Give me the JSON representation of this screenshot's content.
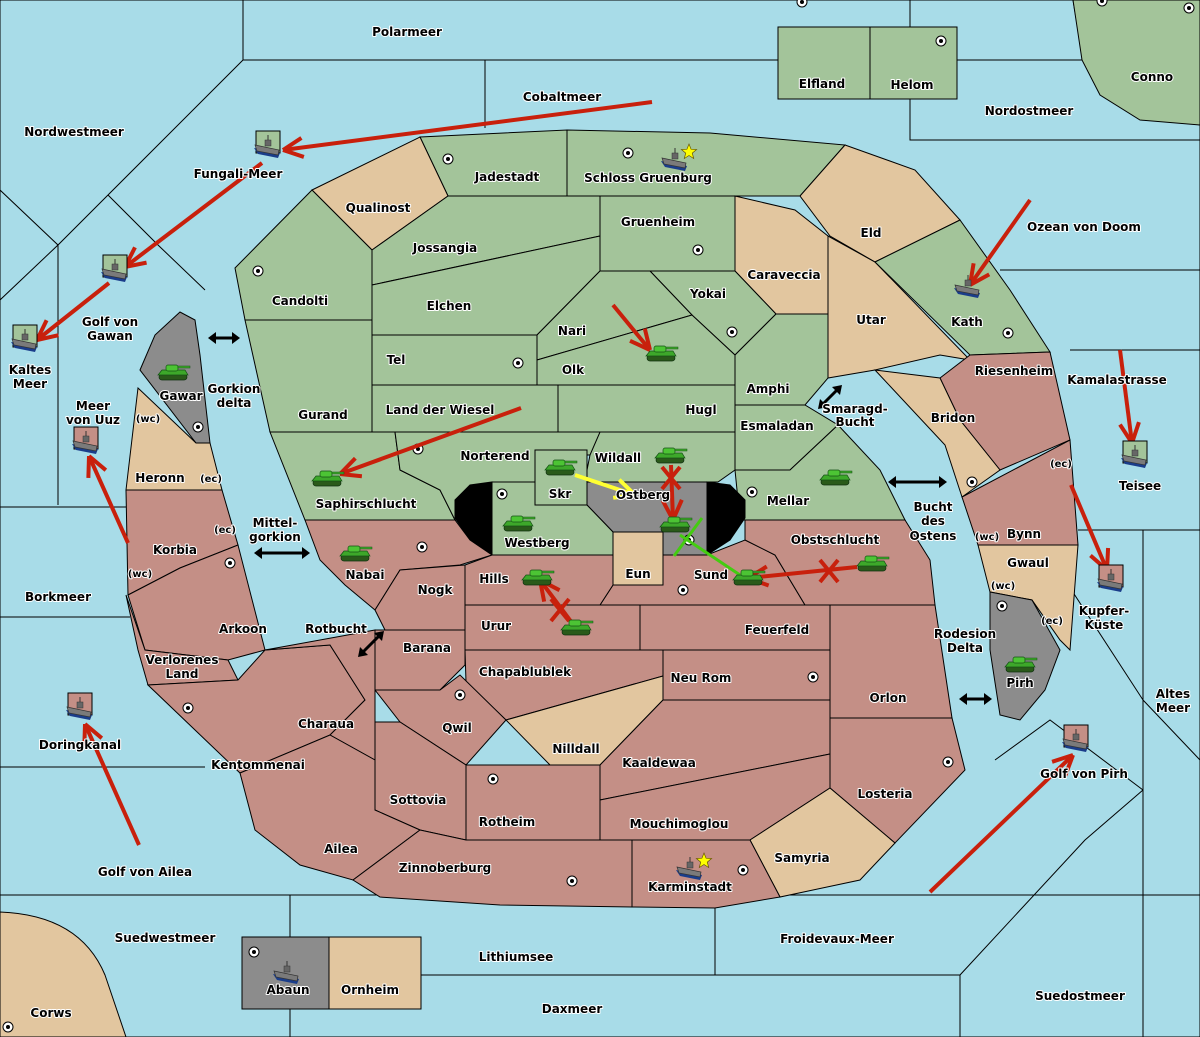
{
  "game": {
    "type": "Diplomacy variant map"
  },
  "colors": {
    "sea": "#a8dce8",
    "green_power": "#a3c49a",
    "red_power": "#c48f86",
    "neutral": "#e2c69f",
    "impassable": "#8c8c8c",
    "order_move": "#c8200c",
    "order_support": "#ffff33",
    "order_convoy": "#44cc11",
    "star": "#ffff00"
  },
  "seas": [
    {
      "name": "Polarmeer"
    },
    {
      "name": "Cobaltmeer"
    },
    {
      "name": "Nordwestmeer"
    },
    {
      "name": "Nordostmeer"
    },
    {
      "name": "Fungali-Meer"
    },
    {
      "name": "Ozean von Doom"
    },
    {
      "name": "Golf von Gawan"
    },
    {
      "name": "Kaltes Meer"
    },
    {
      "name": "Meer von Uuz"
    },
    {
      "name": "Gorkion delta"
    },
    {
      "name": "Kamalastrasse"
    },
    {
      "name": "Smaragd-Bucht"
    },
    {
      "name": "Mittel-gorkion"
    },
    {
      "name": "Bucht des Ostens"
    },
    {
      "name": "Teisee"
    },
    {
      "name": "Borkmeer"
    },
    {
      "name": "Rotbucht"
    },
    {
      "name": "Kupfer-Küste"
    },
    {
      "name": "Rodesion Delta"
    },
    {
      "name": "Altes Meer"
    },
    {
      "name": "Doringkanal"
    },
    {
      "name": "Golf von Pirh"
    },
    {
      "name": "Golf von Ailea"
    },
    {
      "name": "Suedwestmeer"
    },
    {
      "name": "Lithiumsee"
    },
    {
      "name": "Froidevaux-Meer"
    },
    {
      "name": "Daxmeer"
    },
    {
      "name": "Suedostmeer"
    }
  ],
  "territories": [
    {
      "name": "Elfland",
      "owner": "green"
    },
    {
      "name": "Helom",
      "owner": "green"
    },
    {
      "name": "Conno",
      "owner": "green"
    },
    {
      "name": "Jadestadt",
      "owner": "green"
    },
    {
      "name": "Schloss Gruenburg",
      "owner": "green"
    },
    {
      "name": "Qualinost",
      "owner": "neutral"
    },
    {
      "name": "Gruenheim",
      "owner": "green"
    },
    {
      "name": "Eld",
      "owner": "neutral"
    },
    {
      "name": "Jossangia",
      "owner": "green"
    },
    {
      "name": "Caraveccia",
      "owner": "neutral"
    },
    {
      "name": "Candolti",
      "owner": "green"
    },
    {
      "name": "Elchen",
      "owner": "green"
    },
    {
      "name": "Yokai",
      "owner": "green"
    },
    {
      "name": "Utar",
      "owner": "neutral"
    },
    {
      "name": "Kath",
      "owner": "green"
    },
    {
      "name": "Nari",
      "owner": "green"
    },
    {
      "name": "Tel",
      "owner": "green"
    },
    {
      "name": "Olk",
      "owner": "green"
    },
    {
      "name": "Amphi",
      "owner": "green"
    },
    {
      "name": "Gurand",
      "owner": "green"
    },
    {
      "name": "Land der Wiesel",
      "owner": "green"
    },
    {
      "name": "Hugl",
      "owner": "green"
    },
    {
      "name": "Esmaladan",
      "owner": "green"
    },
    {
      "name": "Riesenheim",
      "owner": "red"
    },
    {
      "name": "Bridon",
      "owner": "neutral"
    },
    {
      "name": "Gawar",
      "owner": "impassable"
    },
    {
      "name": "Heronn",
      "owner": "neutral"
    },
    {
      "name": "Norterend",
      "owner": "green"
    },
    {
      "name": "Wildall",
      "owner": "green"
    },
    {
      "name": "Skr",
      "owner": "green"
    },
    {
      "name": "Ostberg",
      "owner": "impassable"
    },
    {
      "name": "Mellar",
      "owner": "green"
    },
    {
      "name": "Saphirschlucht",
      "owner": "green"
    },
    {
      "name": "Westberg",
      "owner": "green"
    },
    {
      "name": "Korbia",
      "owner": "red"
    },
    {
      "name": "Nabai",
      "owner": "red"
    },
    {
      "name": "Eun",
      "owner": "neutral"
    },
    {
      "name": "Sund",
      "owner": "red"
    },
    {
      "name": "Obstschlucht",
      "owner": "red"
    },
    {
      "name": "Bynn",
      "owner": "red"
    },
    {
      "name": "Gwaul",
      "owner": "neutral"
    },
    {
      "name": "Hills",
      "owner": "red"
    },
    {
      "name": "Nogk",
      "owner": "red"
    },
    {
      "name": "Arkoon",
      "owner": "red"
    },
    {
      "name": "Urur",
      "owner": "red"
    },
    {
      "name": "Feuerfeld",
      "owner": "red"
    },
    {
      "name": "Barana",
      "owner": "red"
    },
    {
      "name": "Verlorenes Land",
      "owner": "red"
    },
    {
      "name": "Chapablublek",
      "owner": "red"
    },
    {
      "name": "Neu Rom",
      "owner": "red"
    },
    {
      "name": "Pirh",
      "owner": "impassable"
    },
    {
      "name": "Orlon",
      "owner": "red"
    },
    {
      "name": "Charaua",
      "owner": "red"
    },
    {
      "name": "Qwil",
      "owner": "red"
    },
    {
      "name": "Nilldall",
      "owner": "neutral"
    },
    {
      "name": "Kentommenai",
      "owner": "red"
    },
    {
      "name": "Kaaldewaa",
      "owner": "red"
    },
    {
      "name": "Losteria",
      "owner": "red"
    },
    {
      "name": "Sottovia",
      "owner": "red"
    },
    {
      "name": "Rotheim",
      "owner": "red"
    },
    {
      "name": "Mouchimoglou",
      "owner": "red"
    },
    {
      "name": "Ailea",
      "owner": "red"
    },
    {
      "name": "Samyria",
      "owner": "neutral"
    },
    {
      "name": "Zinnoberburg",
      "owner": "red"
    },
    {
      "name": "Karminstadt",
      "owner": "red"
    },
    {
      "name": "Abaun",
      "owner": "impassable"
    },
    {
      "name": "Ornheim",
      "owner": "neutral"
    },
    {
      "name": "Corws",
      "owner": "neutral"
    }
  ],
  "coast_labels": {
    "wc": "(wc)",
    "ec": "(ec)"
  },
  "units": [
    {
      "type": "fleet",
      "location": "Fungali-Meer",
      "owner": "green"
    },
    {
      "type": "fleet",
      "location": "Golf von Gawan",
      "owner": "green"
    },
    {
      "type": "fleet",
      "location": "Kaltes Meer",
      "owner": "green"
    },
    {
      "type": "fleet",
      "location": "Schloss Gruenburg",
      "owner": "green",
      "home_star": true
    },
    {
      "type": "fleet",
      "location": "Kath",
      "owner": "green"
    },
    {
      "type": "fleet",
      "location": "Teisee",
      "owner": "green"
    },
    {
      "type": "fleet",
      "location": "Meer von Uuz",
      "owner": "red"
    },
    {
      "type": "fleet",
      "location": "Kupfer-Küste",
      "owner": "red"
    },
    {
      "type": "fleet",
      "location": "Doringkanal",
      "owner": "red"
    },
    {
      "type": "fleet",
      "location": "Golf von Pirh",
      "owner": "red"
    },
    {
      "type": "fleet",
      "location": "Karminstadt",
      "owner": "red",
      "home_star": true
    },
    {
      "type": "fleet",
      "location": "Abaun",
      "owner": "none"
    },
    {
      "type": "army",
      "location": "Gawar"
    },
    {
      "type": "army",
      "location": "Olk"
    },
    {
      "type": "army",
      "location": "Saphirschlucht"
    },
    {
      "type": "army",
      "location": "Skr"
    },
    {
      "type": "army",
      "location": "Wildall"
    },
    {
      "type": "army",
      "location": "Ostberg"
    },
    {
      "type": "army",
      "location": "Westberg"
    },
    {
      "type": "army",
      "location": "Mellar"
    },
    {
      "type": "army",
      "location": "Nabai"
    },
    {
      "type": "army",
      "location": "Hills"
    },
    {
      "type": "army",
      "location": "Urur"
    },
    {
      "type": "army",
      "location": "Sund"
    },
    {
      "type": "army",
      "location": "Obstschlucht"
    },
    {
      "type": "army",
      "location": "Pirh"
    }
  ],
  "orders": [
    {
      "kind": "move",
      "from": "Cobaltmeer",
      "to": "Fungali-Meer"
    },
    {
      "kind": "move",
      "from": "Fungali-Meer",
      "to": "Golf von Gawan"
    },
    {
      "kind": "move",
      "from": "Golf von Gawan",
      "to": "Kaltes Meer"
    },
    {
      "kind": "move",
      "from": "Ozean von Doom",
      "to": "Kath"
    },
    {
      "kind": "move",
      "from": "Kamalastrasse",
      "to": "Teisee"
    },
    {
      "kind": "move",
      "from": "Bynn",
      "to": "Kupfer-Küste"
    },
    {
      "kind": "move",
      "from": "Korbia",
      "to": "Meer von Uuz"
    },
    {
      "kind": "move",
      "from": "Golf von Ailea",
      "to": "Doringkanal"
    },
    {
      "kind": "move",
      "from": "Froidevaux-Meer",
      "to": "Golf von Pirh"
    },
    {
      "kind": "move",
      "from": "Nari",
      "to": "Olk"
    },
    {
      "kind": "move",
      "from": "Land der Wiesel",
      "to": "Saphirschlucht"
    },
    {
      "kind": "support",
      "from": "Skr",
      "to": "Ostberg"
    },
    {
      "kind": "move",
      "from": "Wildall",
      "to": "Ostberg",
      "failed": true
    },
    {
      "kind": "convoy",
      "from": "Ostberg",
      "to": "Sund"
    },
    {
      "kind": "move",
      "from": "Obstschlucht",
      "to": "Sund",
      "failed": true
    },
    {
      "kind": "move",
      "from": "Urur",
      "to": "Hills",
      "failed": true
    }
  ]
}
